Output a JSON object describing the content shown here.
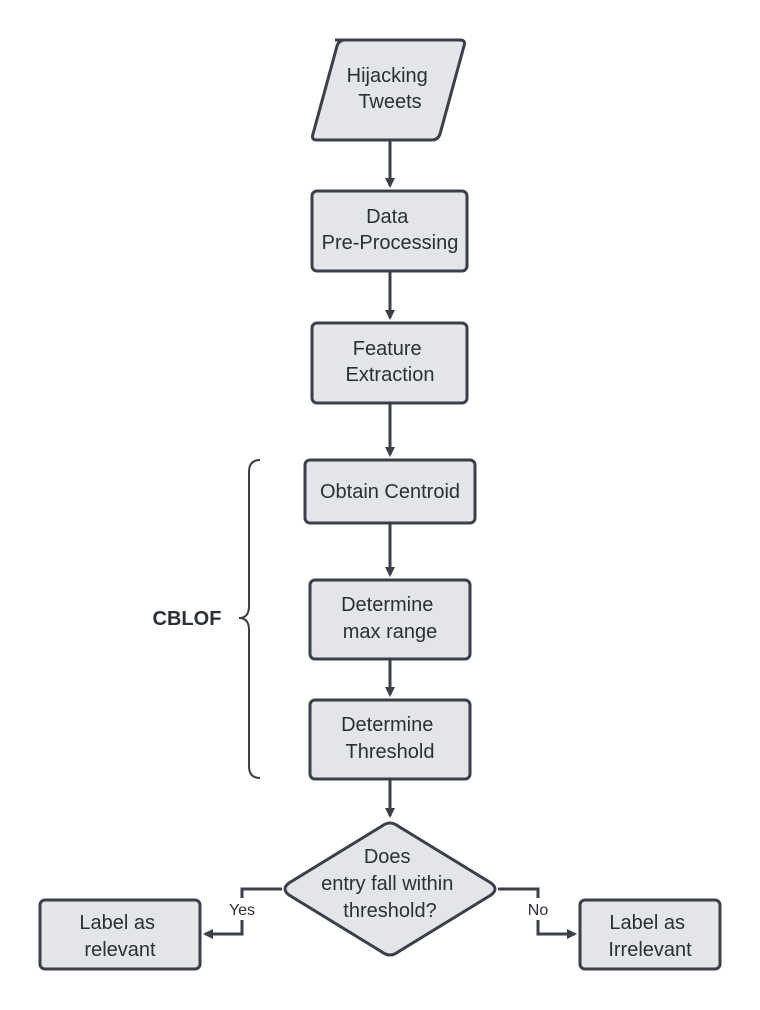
{
  "nodes": {
    "hijacking_tweets": {
      "line1": "Hijacking",
      "line2": "Tweets"
    },
    "preprocessing": {
      "line1": "Data",
      "line2": "Pre-Processing"
    },
    "feature_extraction": {
      "line1": "Feature",
      "line2": "Extraction"
    },
    "obtain_centroid": {
      "line1": "Obtain Centroid"
    },
    "max_range": {
      "line1": "Determine",
      "line2": "max range"
    },
    "threshold": {
      "line1": "Determine",
      "line2": "Threshold"
    },
    "decision": {
      "line1": "Does",
      "line2": "entry fall within",
      "line3": "threshold?"
    },
    "relevant": {
      "line1": "Label as",
      "line2": "relevant"
    },
    "irrelevant": {
      "line1": "Label as",
      "line2": "Irrelevant"
    }
  },
  "edges": {
    "yes_label": "Yes",
    "no_label": "No"
  },
  "group": {
    "label": "CBLOF"
  },
  "colors": {
    "node_fill": "#e3e5e8",
    "stroke": "#3a3f4a",
    "text": "#2b2f36"
  }
}
